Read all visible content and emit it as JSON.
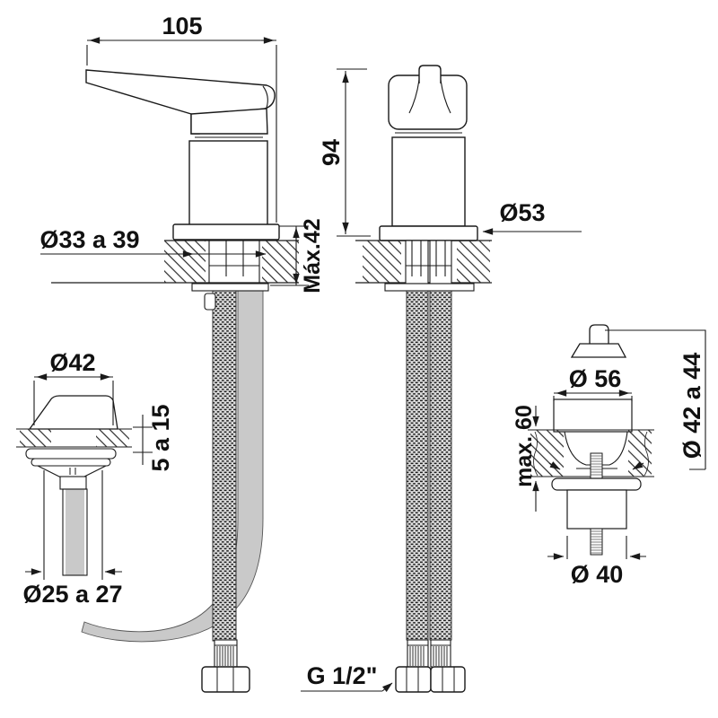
{
  "labels": {
    "side_view": {
      "width": "105",
      "hole_diameter": "Ø33 a 39",
      "counter_max": "Máx.42"
    },
    "front_view": {
      "height": "94",
      "base_diameter": "Ø53"
    },
    "drain_side": {
      "cap_diameter": "Ø42",
      "counter_thickness": "5 a 15",
      "pipe_diameter": "Ø25 a 27"
    },
    "drain_front": {
      "flange_diameter": "Ø 56",
      "hole_diameter": "Ø 42 a 44",
      "max_depth": "max. 60",
      "body_diameter": "Ø 40"
    },
    "connection": {
      "thread": "G 1/2\""
    }
  },
  "colors": {
    "line": "#1a1a1a",
    "gray_fill": "#c9c9c9",
    "background": "#ffffff"
  }
}
